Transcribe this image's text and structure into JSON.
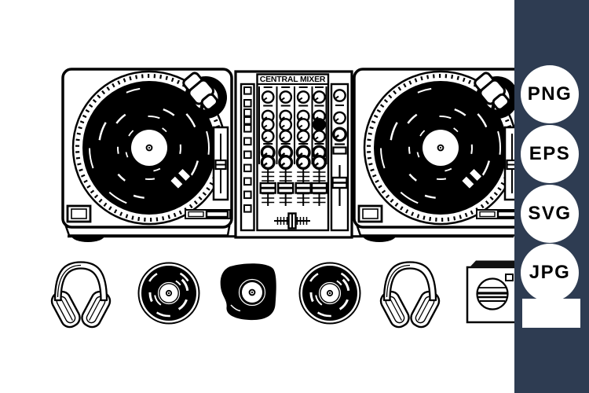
{
  "artwork": {
    "background_color": "#ffffff",
    "ink_color": "#000000",
    "mixer": {
      "title": "CENTRAL MIXER"
    },
    "equipment": [
      {
        "name": "left-turntable"
      },
      {
        "name": "central-mixer"
      },
      {
        "name": "right-turntable"
      }
    ],
    "bottom_icons": [
      {
        "name": "headphones"
      },
      {
        "name": "vinyl-record"
      },
      {
        "name": "vinyl-record-sleeve"
      },
      {
        "name": "vinyl-record"
      },
      {
        "name": "headphones"
      },
      {
        "name": "speaker"
      }
    ]
  },
  "format_panel": {
    "background_color": "#2e3c52",
    "badge_color": "#ffffff",
    "badge_text_color": "#000000",
    "formats": [
      "PNG",
      "EPS",
      "SVG",
      "JPG"
    ]
  }
}
